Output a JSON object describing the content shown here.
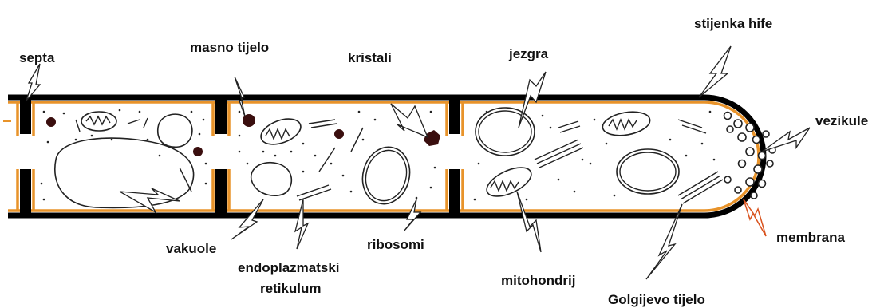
{
  "labels": {
    "septa": "septa",
    "masno_tijelo": "masno tijelo",
    "kristali": "kristali",
    "jezgra": "jezgra",
    "stijenka_hife": "stijenka hife",
    "vezikule": "vezikule",
    "vakuole": "vakuole",
    "endoplazmatski": "endoplazmatski",
    "retikulum": "retikulum",
    "ribosomi": "ribosomi",
    "mitohondrij": "mitohondrij",
    "membrana": "membrana",
    "golgijevo_tijelo": "Golgijevo tijelo"
  },
  "colors": {
    "wall": "#000000",
    "membrane": "#e8932a",
    "organelle_dark": "#3a0e0e",
    "membrana_arrow": "#d9531e"
  }
}
